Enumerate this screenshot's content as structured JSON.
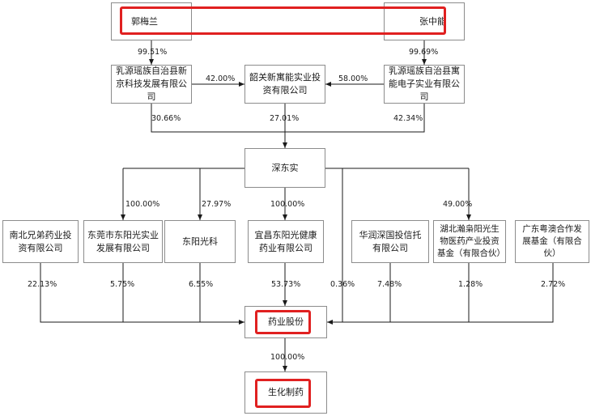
{
  "people": {
    "guo": "郭梅兰",
    "zhang": "张中能"
  },
  "entities": {
    "xinjing": "乳源瑶族自治县新京科技发展有限公司",
    "shaoguan": "韶关新寓能实业投资有限公司",
    "yuneng": "乳源瑶族自治县寓能电子实业有限公司",
    "shendongshi": "深东实",
    "nanbei": "南北兄弟药业投资有限公司",
    "dongguan": "东莞市东阳光实业发展有限公司",
    "dyg_keji": "东阳光科",
    "yichang": "宜昌东阳光健康药业有限公司",
    "huarun": "华润深国投信托有限公司",
    "hubei": "湖北瀚枭阳光生物医药产业投资基金（有限合伙）",
    "guangdong": "广东粤澳合作发展基金（有限合伙）",
    "yaoye": "药业股份",
    "shenghua": "生化制药"
  },
  "percentages": {
    "guo_xinjing": "99.51%",
    "zhang_yuneng": "99.69%",
    "xinjing_shaoguan": "42.00%",
    "yuneng_shaoguan": "58.00%",
    "xinjing_shendongshi": "30.66%",
    "shaoguan_shendongshi": "27.01%",
    "yuneng_shendongshi": "42.34%",
    "sds_dongguan": "100.00%",
    "sds_dyg": "27.97%",
    "sds_yichang": "100.00%",
    "sds_hubei": "49.00%",
    "nanbei_yaoye": "22.13%",
    "dongguan_yaoye": "5.75%",
    "dyg_yaoye": "6.55%",
    "yichang_yaoye": "53.73%",
    "sds_yaoye": "0.36%",
    "huarun_yaoye": "7.48%",
    "hubei_yaoye": "1.28%",
    "guangdong_yaoye": "2.72%",
    "yaoye_shenghua": "100.00%"
  },
  "colors": {
    "line": "#1a1a1a",
    "border": "#8c8c8c",
    "highlight": "#e02020"
  }
}
